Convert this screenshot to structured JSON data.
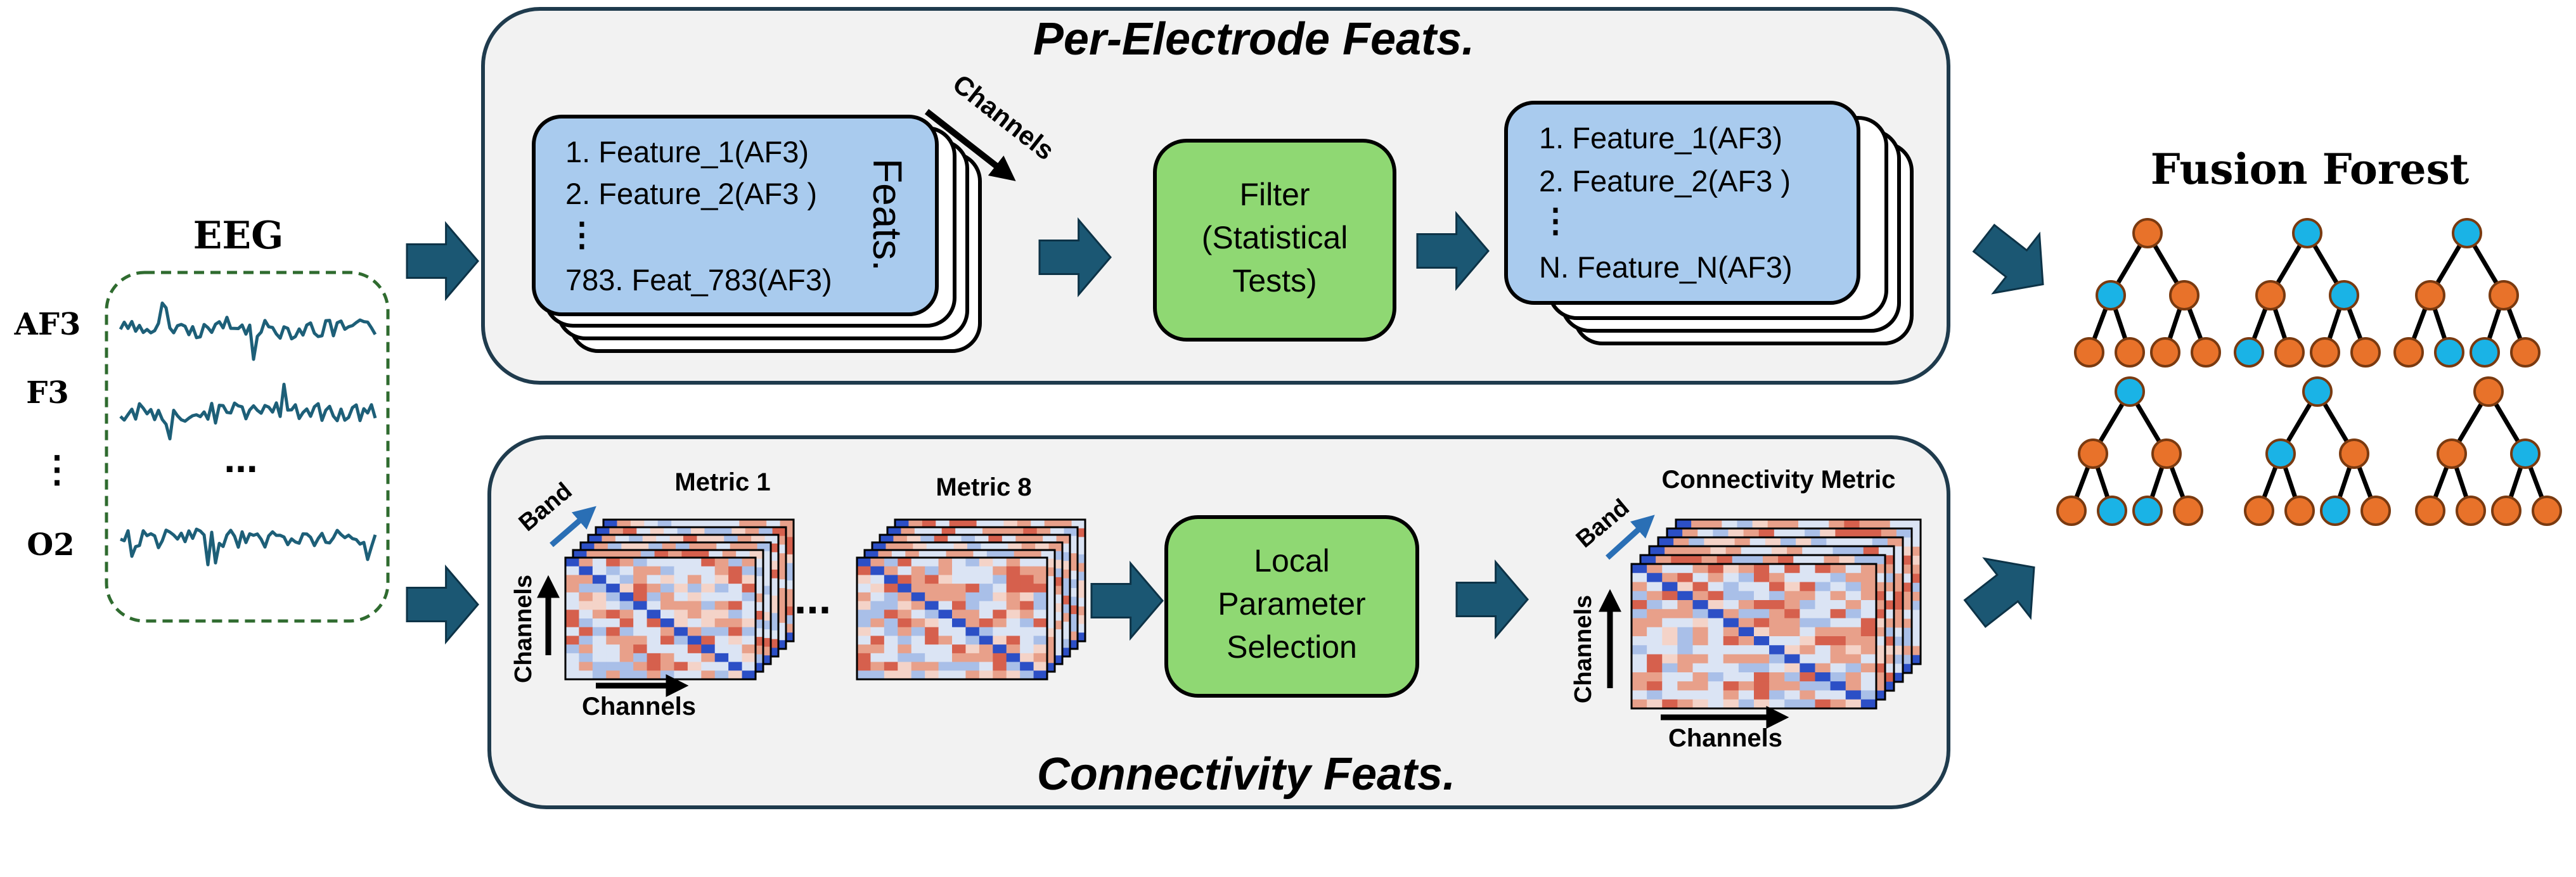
{
  "eeg": {
    "title": "EEG",
    "channels": [
      "AF3",
      "F3",
      "⋮",
      "O2"
    ],
    "ellipsis": "..."
  },
  "per_electrode": {
    "title": "Per-Electrode Feats.",
    "input_list": [
      "1. Feature_1(AF3)",
      "2. Feature_2(AF3 )",
      "⋮",
      "783. Feat_783(AF3)"
    ],
    "input_side_label": "Feats.",
    "channels_label": "Channels",
    "filter_lines": [
      "Filter",
      "(Statistical",
      "Tests)"
    ],
    "output_list": [
      "1. Feature_1(AF3)",
      "2. Feature_2(AF3 )",
      "⋮",
      "N. Feature_N(AF3)"
    ]
  },
  "connectivity": {
    "title": "Connectivity Feats.",
    "metric_first": "Metric 1",
    "metric_last": "Metric 8",
    "ellipsis": "...",
    "band_label": "Band",
    "channels_label": "Channels",
    "selection_lines": [
      "Local",
      "Parameter",
      "Selection"
    ],
    "output_title": "Connectivity Metric"
  },
  "fusion": {
    "title": "Fusion Forest"
  },
  "colors": {
    "panel_fill": "#f2f2f2",
    "panel_border": "#1f3b4d",
    "arrow": "#1b5773",
    "list_fill": "#a9cbee",
    "filter_fill": "#8fd873",
    "eeg_border": "#2f6b2f",
    "eeg_wave": "#1d5f78",
    "tree_orange": "#e8722a",
    "tree_blue": "#1ab3e6",
    "heat_red": "#d6604d",
    "heat_blue": "#2c4fc6"
  }
}
